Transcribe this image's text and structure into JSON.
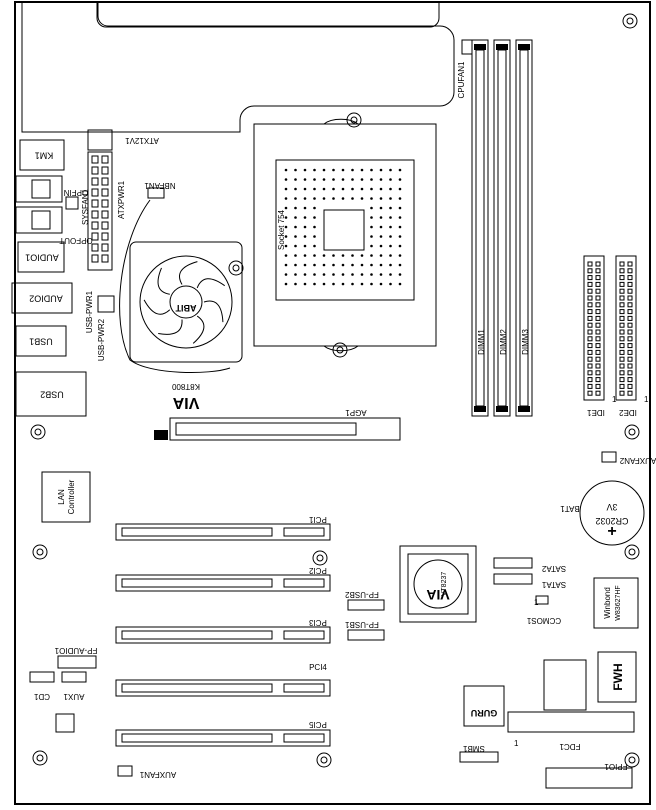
{
  "labels": {
    "km1": "KM1",
    "atx12v1": "ATX12V1",
    "atxpwr1": "ATXPWR1",
    "nbfan1": "NBFAN1",
    "opfin": "OPFIN",
    "opfout": "OPFOUT",
    "sysfan1": "SYSFAN1",
    "audio1": "AUDIO1",
    "audio2": "AUDIO2",
    "usb1": "USB1",
    "usb2": "USB2",
    "usb_pwr1": "USB-PWR1",
    "usb_pwr2": "USB-PWR2",
    "cpufan1": "CPUFAN1",
    "socket754": "Socket 754",
    "dimm1": "DIMM1",
    "dimm2": "DIMM2",
    "dimm3": "DIMM3",
    "ide1": "IDE1",
    "ide2": "IDE2",
    "via_chip": "VIA",
    "via_model": "K8T800",
    "agp1": "AGP1",
    "auxfan2": "AUXFAN2",
    "bat1": "BAT1",
    "battery": "CR2032",
    "battery_volt": "3V",
    "battery_plus": "+",
    "lan_line1": "LAN",
    "lan_line2": "Controller",
    "pci1": "PCI1",
    "pci2": "PCI2",
    "pci3": "PCI3",
    "pci4": "PCI4",
    "pci5": "PCI5",
    "fp_usb2": "FP-USB2",
    "fp_usb1": "FP-USB1",
    "sb_chip": "VIA",
    "sb_model": "VT8237",
    "sata2": "SATA2",
    "sata1": "SATA1",
    "ccmos1": "CCMOS1",
    "winbond_line1": "Winbond",
    "winbond_line2": "W83627HF",
    "fp_audio1": "FP-AUDIO1",
    "cd1": "CD1",
    "aux1": "AUX1",
    "fwh": "FWH",
    "fdc1": "FDC1",
    "smb1": "SMB1",
    "fpio1": "FPIO1",
    "auxfan1": "AUXFAN1",
    "guru": "GURU",
    "abit": "ABIT",
    "pin_one": "1"
  }
}
